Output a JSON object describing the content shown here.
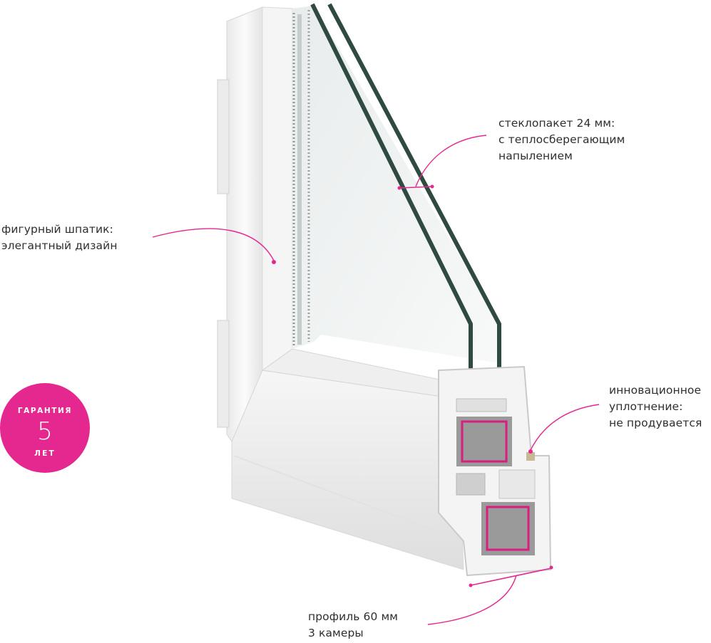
{
  "badge": {
    "top": "ГАРАНТИЯ",
    "number": "5",
    "bottom": "ЛЕТ"
  },
  "labels": {
    "glass": [
      "стеклопакет 24 мм:",
      "с теплосберегающим",
      "напылением"
    ],
    "bead": [
      "фигурный шпатик:",
      "элегантный дизайн"
    ],
    "seal": [
      "инновационное",
      "уплотнение:",
      "не продувается"
    ],
    "profile": [
      "профиль 60 мм",
      "3 камеры"
    ]
  },
  "colors": {
    "accent": "#e5288f",
    "glass_edge": "#2f4a40",
    "frame": "#f3f3f3"
  }
}
